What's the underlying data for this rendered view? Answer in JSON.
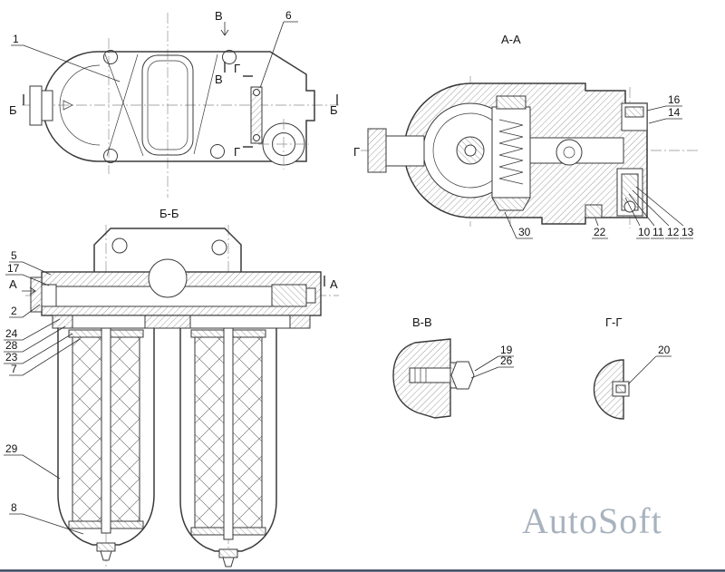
{
  "watermark": {
    "text": "AutoSoft"
  },
  "top_view": {
    "callout_1": "1",
    "callout_6": "6",
    "marker_b_left": "Б",
    "marker_b_right": "Б",
    "marker_v_top": "В",
    "marker_v_bottom": "В",
    "marker_g_top": "Г",
    "marker_g_bottom": "Г"
  },
  "section_aa": {
    "title": "А-А",
    "marker_g": "Г",
    "callout_16": "16",
    "callout_14": "14",
    "callout_30": "30",
    "callout_22": "22",
    "callout_10": "10",
    "callout_11": "11",
    "callout_12": "12",
    "callout_13": "13"
  },
  "section_bb": {
    "title": "Б-Б",
    "marker_a_left": "А",
    "marker_a_right": "А",
    "callout_5": "5",
    "callout_17": "17",
    "callout_2": "2",
    "callout_24": "24",
    "callout_28": "28",
    "callout_23": "23",
    "callout_7": "7",
    "callout_29": "29",
    "callout_8": "8"
  },
  "section_vv": {
    "title": "В-В",
    "callout_19": "19",
    "callout_26": "26"
  },
  "section_gg": {
    "title": "Г-Г",
    "callout_20": "20"
  }
}
